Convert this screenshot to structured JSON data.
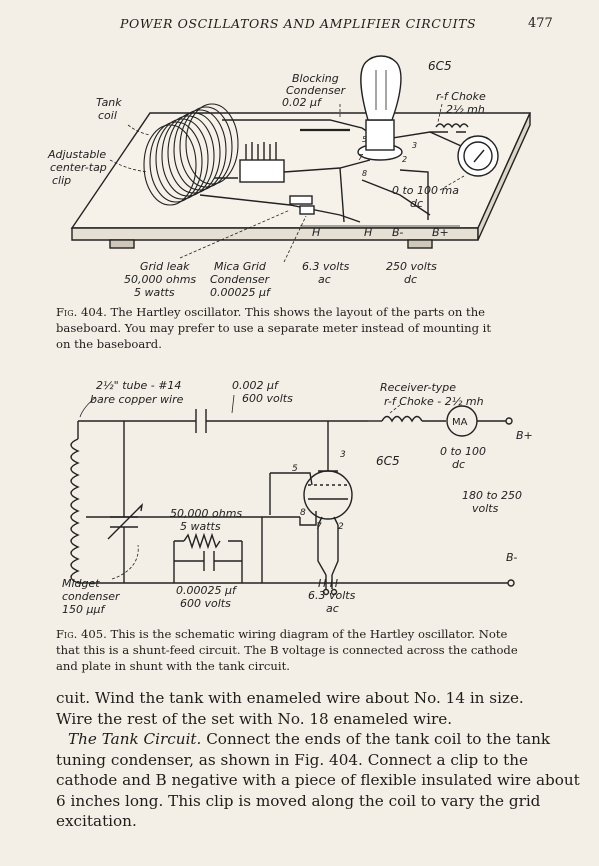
{
  "header": {
    "running_title": "POWER OSCILLATORS AND AMPLIFIER CIRCUITS",
    "page_number": "477"
  },
  "fig404": {
    "labels": {
      "tube": "6C5",
      "blocking_1": "Blocking",
      "blocking_2": "Condenser",
      "blocking_3": "0.02 μf",
      "choke_1": "r-f Choke",
      "choke_2": "2½ mh",
      "tank_1": "Tank",
      "tank_2": "coil",
      "clip_1": "Adjustable",
      "clip_2": "center-tap",
      "clip_3": "clip",
      "meter_1": "0 to 100 ma",
      "meter_2": "dc",
      "t_h1": "H",
      "t_h2": "H",
      "t_bminus": "B-",
      "t_bplus": "B+",
      "p5": "5",
      "p3": "3",
      "p7": "7",
      "p2": "2",
      "p8": "8",
      "gridleak_1": "Grid leak",
      "gridleak_2": "50,000 ohms",
      "gridleak_3": "5 watts",
      "mica_1": "Mica Grid",
      "mica_2": "Condenser",
      "mica_3": "0.00025 μf",
      "volt63_1": "6.3 volts",
      "volt63_2": "ac",
      "volt250_1": "250 volts",
      "volt250_2": "dc"
    },
    "caption_num": "Fig. 404.",
    "caption_lines": [
      "The Hartley oscillator. This shows the layout of the parts on the",
      "baseboard. You may prefer to use a separate meter instead of mounting it",
      "on the baseboard."
    ]
  },
  "fig405": {
    "labels": {
      "tube_1": "2½\" tube - #14",
      "tube_2": "bare copper wire",
      "cap_1": "0.002 μf",
      "cap_2": "600 volts",
      "rx_1": "Receiver-type",
      "rx_2": "r-f Choke - 2½ mh",
      "ma": "MA",
      "bplus": "B+",
      "meter_1": "0 to 100",
      "meter_2": "dc",
      "tube_name": "6C5",
      "p3": "3",
      "p5": "5",
      "p8": "8",
      "p7": "7",
      "p2": "2",
      "res_1": "50,000 ohms",
      "res_2": "5 watts",
      "volts_1": "180 to 250",
      "volts_2": "volts",
      "bminus": "B-",
      "midget_1": "Midget",
      "midget_2": "condenser",
      "midget_3": "150 μμf",
      "gc_1": "0.00025 μf",
      "gc_2": "600 volts",
      "hh": "H  H",
      "heat_1": "6.3 volts",
      "heat_2": "ac"
    },
    "caption_num": "Fig. 405.",
    "caption_lines": [
      "This is the schematic wiring diagram of the Hartley oscillator. Note",
      "that this is a shunt-feed circuit. The B voltage is connected across the cathode",
      "and plate in shunt with the tank circuit."
    ]
  },
  "body": {
    "lines": [
      "cuit. Wind the tank with enameled wire about No. 14 in size.",
      "Wire the rest of the set with No. 18 enameled wire."
    ],
    "para_title": "The Tank Circuit.",
    "para_lines": [
      "Connect the ends of the tank coil to the tank",
      "tuning condenser, as shown in Fig. 404. Connect a clip to the",
      "cathode and B negative with a piece of flexible insulated wire about",
      "6 inches long. This clip is moved along the coil to vary the grid",
      "excitation."
    ]
  }
}
